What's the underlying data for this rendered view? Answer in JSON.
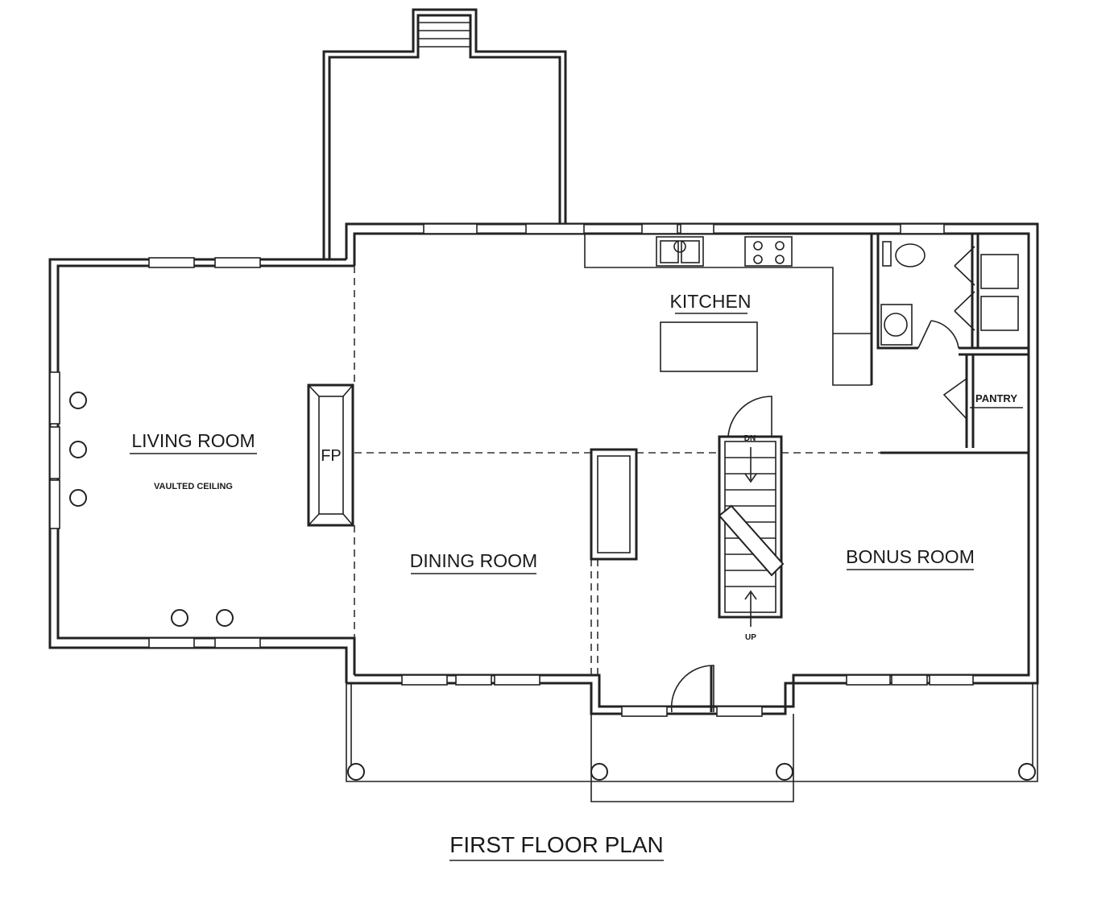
{
  "title": "FIRST FLOOR PLAN",
  "rooms": {
    "living": "LIVING ROOM",
    "living_note": "VAULTED CEILING",
    "kitchen": "KITCHEN",
    "dining": "DINING ROOM",
    "bonus": "BONUS ROOM",
    "pantry": "PANTRY"
  },
  "fireplace": "FP",
  "stairs": {
    "down": "DN",
    "up": "UP"
  }
}
